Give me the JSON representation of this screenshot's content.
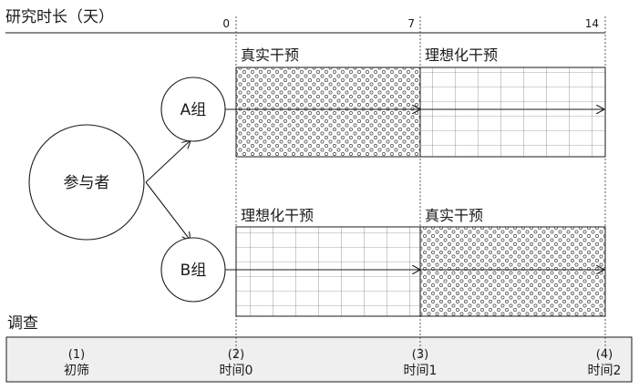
{
  "title": "研究时长（天）",
  "axis": {
    "ticks": [
      "0",
      "7",
      "14"
    ]
  },
  "participants": "参与者",
  "groups": {
    "a": {
      "label": "A组",
      "first": "真实干预",
      "second": "理想化干预"
    },
    "b": {
      "label": "B组",
      "first": "理想化干预",
      "second": "真实干预"
    }
  },
  "survey": {
    "title": "调查",
    "points": [
      {
        "num": "(1)",
        "label": "初筛"
      },
      {
        "num": "(2)",
        "label": "时间0"
      },
      {
        "num": "(3)",
        "label": "时间1"
      },
      {
        "num": "(4)",
        "label": "时间2"
      }
    ]
  },
  "legend": {
    "dots": "dots-pattern",
    "grid": "grid-pattern"
  }
}
